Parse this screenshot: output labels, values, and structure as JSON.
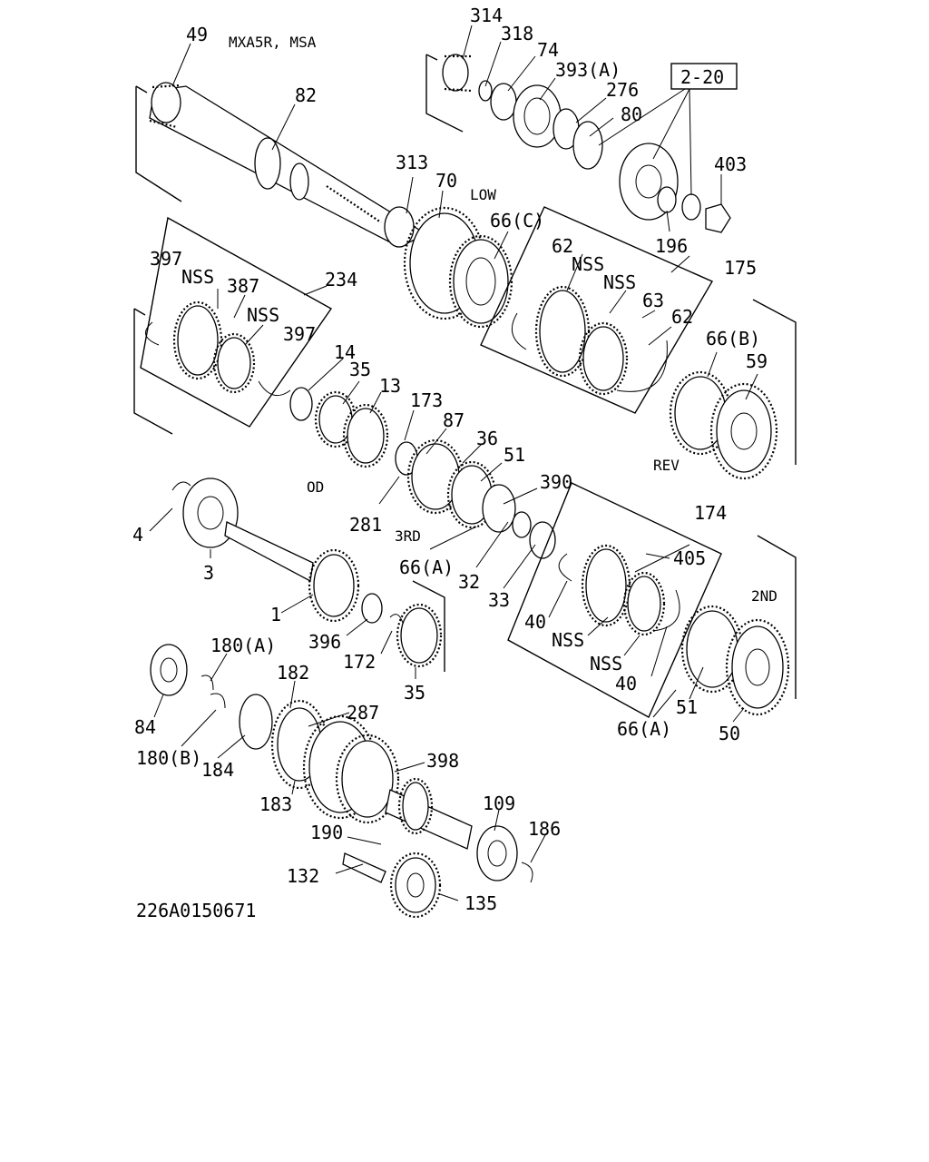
{
  "header": {
    "model": "MXA5R, MSA"
  },
  "figure_id": "226A0150671",
  "group_ref": "2-20",
  "gear_names": {
    "low": "LOW",
    "rev": "REV",
    "od": "OD",
    "third": "3RD",
    "second": "2ND"
  },
  "callouts": {
    "c49": "49",
    "c82": "82",
    "c314": "314",
    "c318": "318",
    "c74": "74",
    "c393a": "393(A)",
    "c276": "276",
    "c80": "80",
    "c403": "403",
    "c196": "196",
    "c313": "313",
    "c70": "70",
    "c66c": "66(C)",
    "c175": "175",
    "c62a": "62",
    "c62b": "62",
    "c63": "63",
    "nss1": "NSS",
    "nss2": "NSS",
    "nss3": "NSS",
    "nss4": "NSS",
    "nss5": "NSS",
    "nss6": "NSS",
    "c234": "234",
    "c397a": "397",
    "c397b": "397",
    "c387": "387",
    "c14": "14",
    "c35a": "35",
    "c13": "13",
    "c173": "173",
    "c87": "87",
    "c36": "36",
    "c51a": "51",
    "c390": "390",
    "c281": "281",
    "c66a1": "66(A)",
    "c32": "32",
    "c33": "33",
    "c66b": "66(B)",
    "c59": "59",
    "c4": "4",
    "c3": "3",
    "c1": "1",
    "c396": "396",
    "c172": "172",
    "c35b": "35",
    "c174": "174",
    "c405": "405",
    "c40a": "40",
    "c40b": "40",
    "c51b": "51",
    "c66a2": "66(A)",
    "c50": "50",
    "c84": "84",
    "c180a": "180(A)",
    "c180b": "180(B)",
    "c184": "184",
    "c182": "182",
    "c287": "287",
    "c183": "183",
    "c398": "398",
    "c109": "109",
    "c186": "186",
    "c190": "190",
    "c132": "132",
    "c135": "135"
  }
}
